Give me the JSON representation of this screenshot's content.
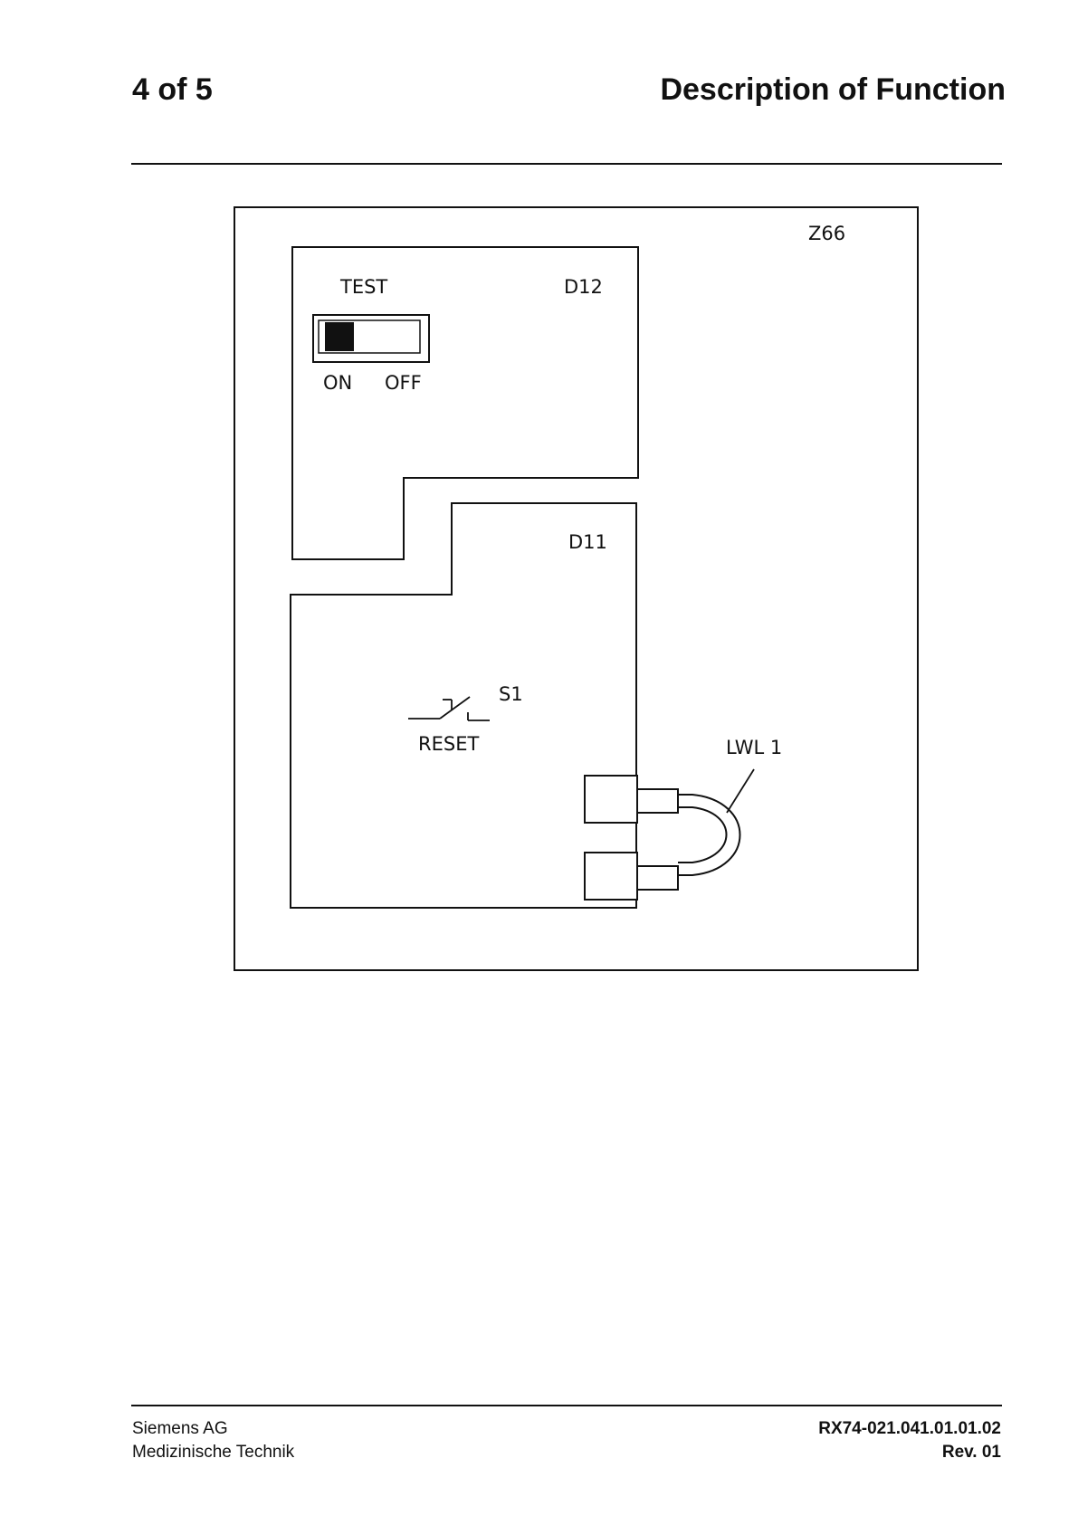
{
  "header": {
    "page_indicator": "4 of 5",
    "section_title": "Description of Function"
  },
  "diagram": {
    "board_label": "Z66",
    "test_section": {
      "label": "TEST",
      "module_label": "D12",
      "switch_on_label": "ON",
      "switch_off_label": "OFF"
    },
    "reset_section": {
      "module_label": "D11",
      "switch_id": "S1",
      "switch_label": "RESET"
    },
    "fiber_label": "LWL 1"
  },
  "footer": {
    "company": "Siemens AG",
    "division": "Medizinische Technik",
    "document_number": "RX74-021.041.01.01.02",
    "revision": "Rev. 01"
  }
}
